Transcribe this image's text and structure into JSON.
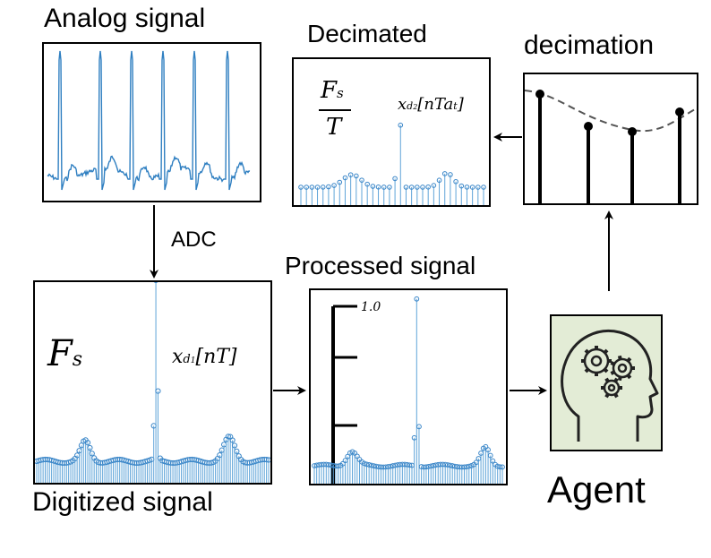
{
  "labels": {
    "analog": "Analog signal",
    "decimated": "Decimated",
    "decimation": "decimation",
    "adc": "ADC",
    "processed": "Processed signal",
    "digitized": "Digitized signal",
    "agent": "Agent",
    "scale_tick": "1.0"
  },
  "math": {
    "fs_num": "F",
    "fs_sub": "s",
    "fs_den": "T",
    "xd2": "x",
    "xd2_sub": "d",
    "xd2_sub2": "2",
    "xd2_arg": "[nTa",
    "xd2_arg_sub": "t",
    "xd2_close": "]",
    "xd1": "x",
    "xd1_sub": "d",
    "xd1_sub2": "1",
    "xd1_arg": "[nT]"
  },
  "colors": {
    "signal": "#2f7fc1",
    "stem": "#5fa4d8",
    "marker": "#3a86c8",
    "agent_bg": "#e3ecd6",
    "black": "#000000"
  },
  "icons": [
    "head-gears-icon"
  ]
}
